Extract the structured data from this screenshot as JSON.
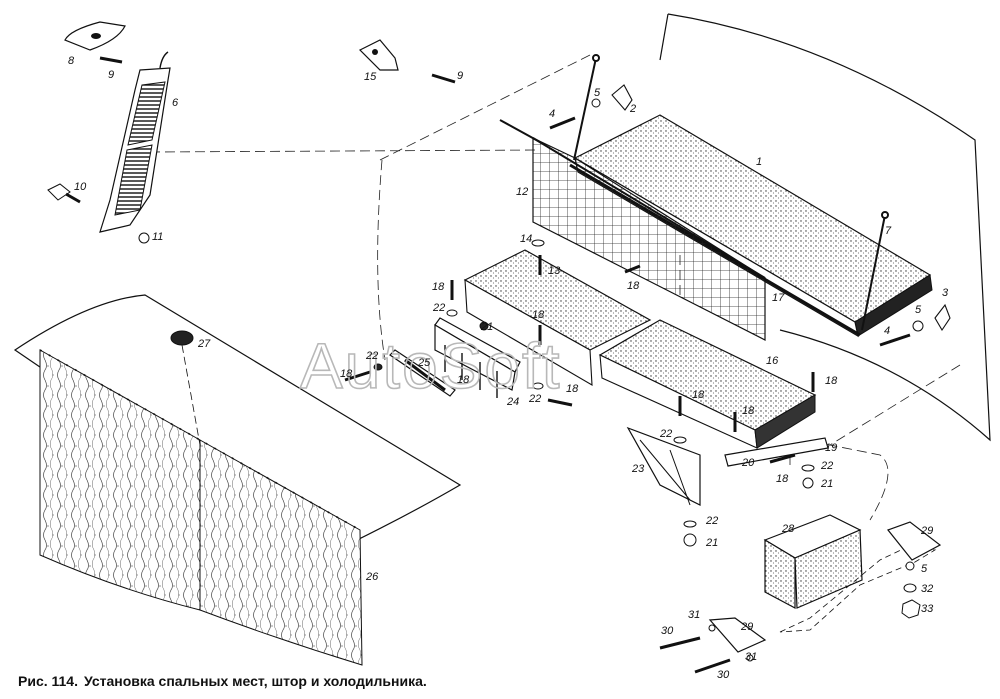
{
  "watermark": "AutoSoft",
  "caption": {
    "figure": "Рис. 114.",
    "text": "Установка спальных мест, штор и холодильника."
  },
  "callouts": [
    {
      "id": "c1",
      "label": "1"
    },
    {
      "id": "c2",
      "label": "2"
    },
    {
      "id": "c3",
      "label": "3"
    },
    {
      "id": "c4a",
      "label": "4"
    },
    {
      "id": "c4b",
      "label": "4"
    },
    {
      "id": "c5a",
      "label": "5"
    },
    {
      "id": "c5b",
      "label": "5"
    },
    {
      "id": "c5c",
      "label": "5"
    },
    {
      "id": "c6",
      "label": "6"
    },
    {
      "id": "c7",
      "label": "7"
    },
    {
      "id": "c8",
      "label": "8"
    },
    {
      "id": "c9a",
      "label": "9"
    },
    {
      "id": "c9b",
      "label": "9"
    },
    {
      "id": "c10",
      "label": "10"
    },
    {
      "id": "c11",
      "label": "11"
    },
    {
      "id": "c12",
      "label": "12"
    },
    {
      "id": "c13",
      "label": "13"
    },
    {
      "id": "c14",
      "label": "14"
    },
    {
      "id": "c15",
      "label": "15"
    },
    {
      "id": "c16",
      "label": "16"
    },
    {
      "id": "c17",
      "label": "17"
    },
    {
      "id": "c18a",
      "label": "18"
    },
    {
      "id": "c18b",
      "label": "18"
    },
    {
      "id": "c18c",
      "label": "18"
    },
    {
      "id": "c18d",
      "label": "18"
    },
    {
      "id": "c18e",
      "label": "18"
    },
    {
      "id": "c18f",
      "label": "18"
    },
    {
      "id": "c18g",
      "label": "18"
    },
    {
      "id": "c18h",
      "label": "18"
    },
    {
      "id": "c18i",
      "label": "18"
    },
    {
      "id": "c18j",
      "label": "18"
    },
    {
      "id": "c19",
      "label": "19"
    },
    {
      "id": "c20",
      "label": "20"
    },
    {
      "id": "c21a",
      "label": "21"
    },
    {
      "id": "c21b",
      "label": "21"
    },
    {
      "id": "c21c",
      "label": "21"
    },
    {
      "id": "c22a",
      "label": "22"
    },
    {
      "id": "c22b",
      "label": "22"
    },
    {
      "id": "c22c",
      "label": "22"
    },
    {
      "id": "c22d",
      "label": "22"
    },
    {
      "id": "c22e",
      "label": "22"
    },
    {
      "id": "c22f",
      "label": "22"
    },
    {
      "id": "c23",
      "label": "23"
    },
    {
      "id": "c24",
      "label": "24"
    },
    {
      "id": "c25",
      "label": "25"
    },
    {
      "id": "c26",
      "label": "26"
    },
    {
      "id": "c27",
      "label": "27"
    },
    {
      "id": "c28",
      "label": "28"
    },
    {
      "id": "c29a",
      "label": "29"
    },
    {
      "id": "c29b",
      "label": "29"
    },
    {
      "id": "c30a",
      "label": "30"
    },
    {
      "id": "c30b",
      "label": "30"
    },
    {
      "id": "c31a",
      "label": "31"
    },
    {
      "id": "c31b",
      "label": "31"
    },
    {
      "id": "c32",
      "label": "32"
    },
    {
      "id": "c33",
      "label": "33"
    }
  ]
}
